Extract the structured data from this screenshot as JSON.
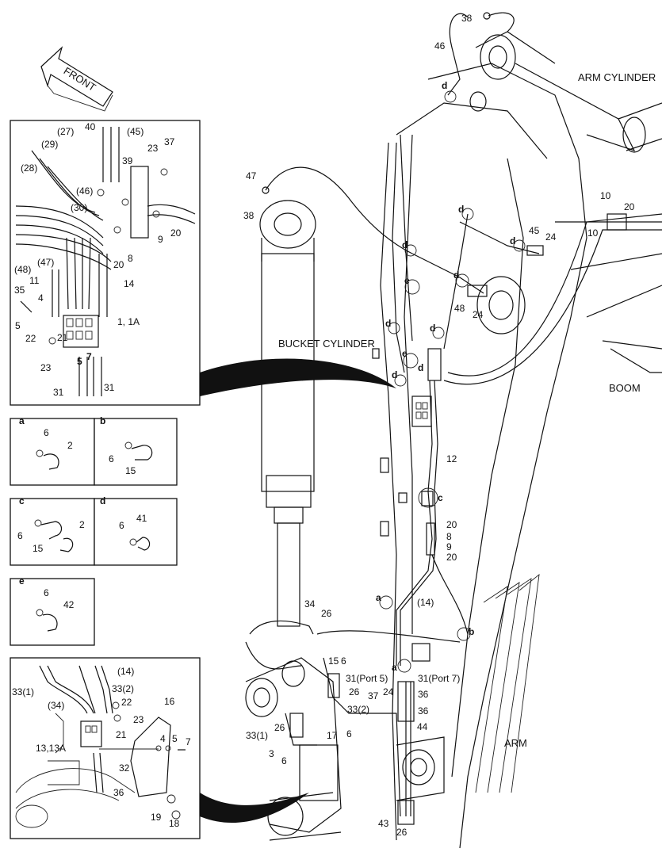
{
  "header": {
    "front_label": "FRONT"
  },
  "component_labels": {
    "arm_cylinder": "ARM CYLINDER",
    "bucket_cylinder": "BUCKET CYLINDER",
    "boom": "BOOM",
    "arm": "ARM"
  },
  "detail_boxes": {
    "a": {
      "letter": "a",
      "labels": [
        "6",
        "2"
      ]
    },
    "b": {
      "letter": "b",
      "labels": [
        "6",
        "15"
      ]
    },
    "c": {
      "letter": "c",
      "labels": [
        "6",
        "15",
        "2"
      ]
    },
    "d": {
      "letter": "d",
      "labels": [
        "6",
        "41"
      ]
    },
    "e": {
      "letter": "e",
      "labels": [
        "6",
        "42"
      ]
    }
  },
  "main_callouts": {
    "n38_top": "38",
    "n46": "46",
    "n47": "47",
    "n38_left": "38",
    "n10a": "10",
    "n20a": "20",
    "n10b": "10",
    "n45": "45",
    "n24a": "24",
    "n48": "48",
    "n24b": "24",
    "n12": "12",
    "n20b": "20",
    "n8": "8",
    "n9": "9",
    "n20c": "20",
    "n14": "(14)",
    "n34": "34",
    "n26a": "26",
    "n15": "15",
    "n6a": "6",
    "n31p5": "31(Port 5)",
    "n31p7": "31(Port 7)",
    "n26b": "26",
    "n37": "37",
    "n24c": "24",
    "n36a": "36",
    "n33_2": "33(2)",
    "n36b": "36",
    "n44": "44",
    "n6b": "6",
    "n17": "17",
    "n26c": "26",
    "n33_1": "33(1)",
    "n3": "3",
    "n6c": "6",
    "n43": "43",
    "n26d": "26"
  },
  "inset_top": [
    "(27)",
    "40",
    "(45)",
    "(29)",
    "23",
    "37",
    "39",
    "(28)",
    "(46)",
    "(30)",
    "9",
    "20",
    "20",
    "8",
    "(48)",
    "(47)",
    "11",
    "14",
    "35",
    "4",
    "5",
    "1, 1A",
    "22",
    "21",
    "23",
    "5",
    "7",
    "31",
    "31"
  ],
  "inset_bottom": [
    "(14)",
    "33(1)",
    "33(2)",
    "(34)",
    "22",
    "16",
    "23",
    "21",
    "4",
    "5",
    "7",
    "13,13A",
    "32",
    "36",
    "19",
    "18"
  ],
  "detail_markers": [
    "d",
    "d",
    "d",
    "d",
    "e",
    "d",
    "d",
    "e",
    "d",
    "d",
    "d",
    "c",
    "a",
    "b",
    "a"
  ]
}
